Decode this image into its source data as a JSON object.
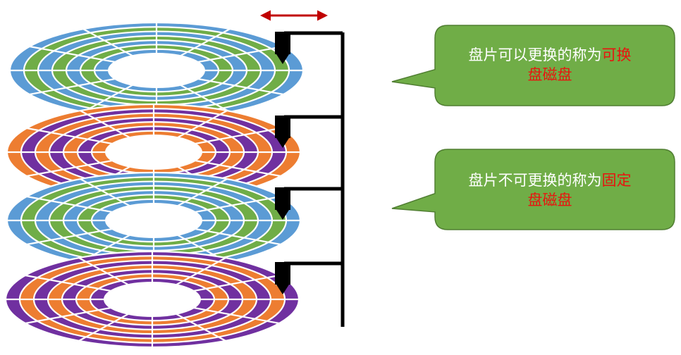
{
  "colors": {
    "blue": "#5b9bd5",
    "green": "#70ad47",
    "orange": "#ed7d31",
    "purple": "#7030a0",
    "gap": "#ffffff",
    "arm": "#000000",
    "head": "#000000",
    "arrow": "#c00000",
    "callout_fill": "#70ad47",
    "callout_stroke": "#507e32",
    "highlight_text": "#e8140f"
  },
  "platters": [
    {
      "name": "platter-1",
      "outer_color": "blue",
      "inner_color": "green"
    },
    {
      "name": "platter-2",
      "outer_color": "orange",
      "inner_color": "purple"
    },
    {
      "name": "platter-3",
      "outer_color": "blue",
      "inner_color": "green"
    },
    {
      "name": "platter-4",
      "outer_color": "purple",
      "inner_color": "orange"
    }
  ],
  "callouts": [
    {
      "line1_plain": "盘片可以更换的称为",
      "line1_highlight": "可换",
      "line2_highlight": "盘磁盘"
    },
    {
      "line1_plain": "盘片不可更换的称为",
      "line1_highlight": "固定",
      "line2_highlight": "盘磁盘"
    }
  ]
}
